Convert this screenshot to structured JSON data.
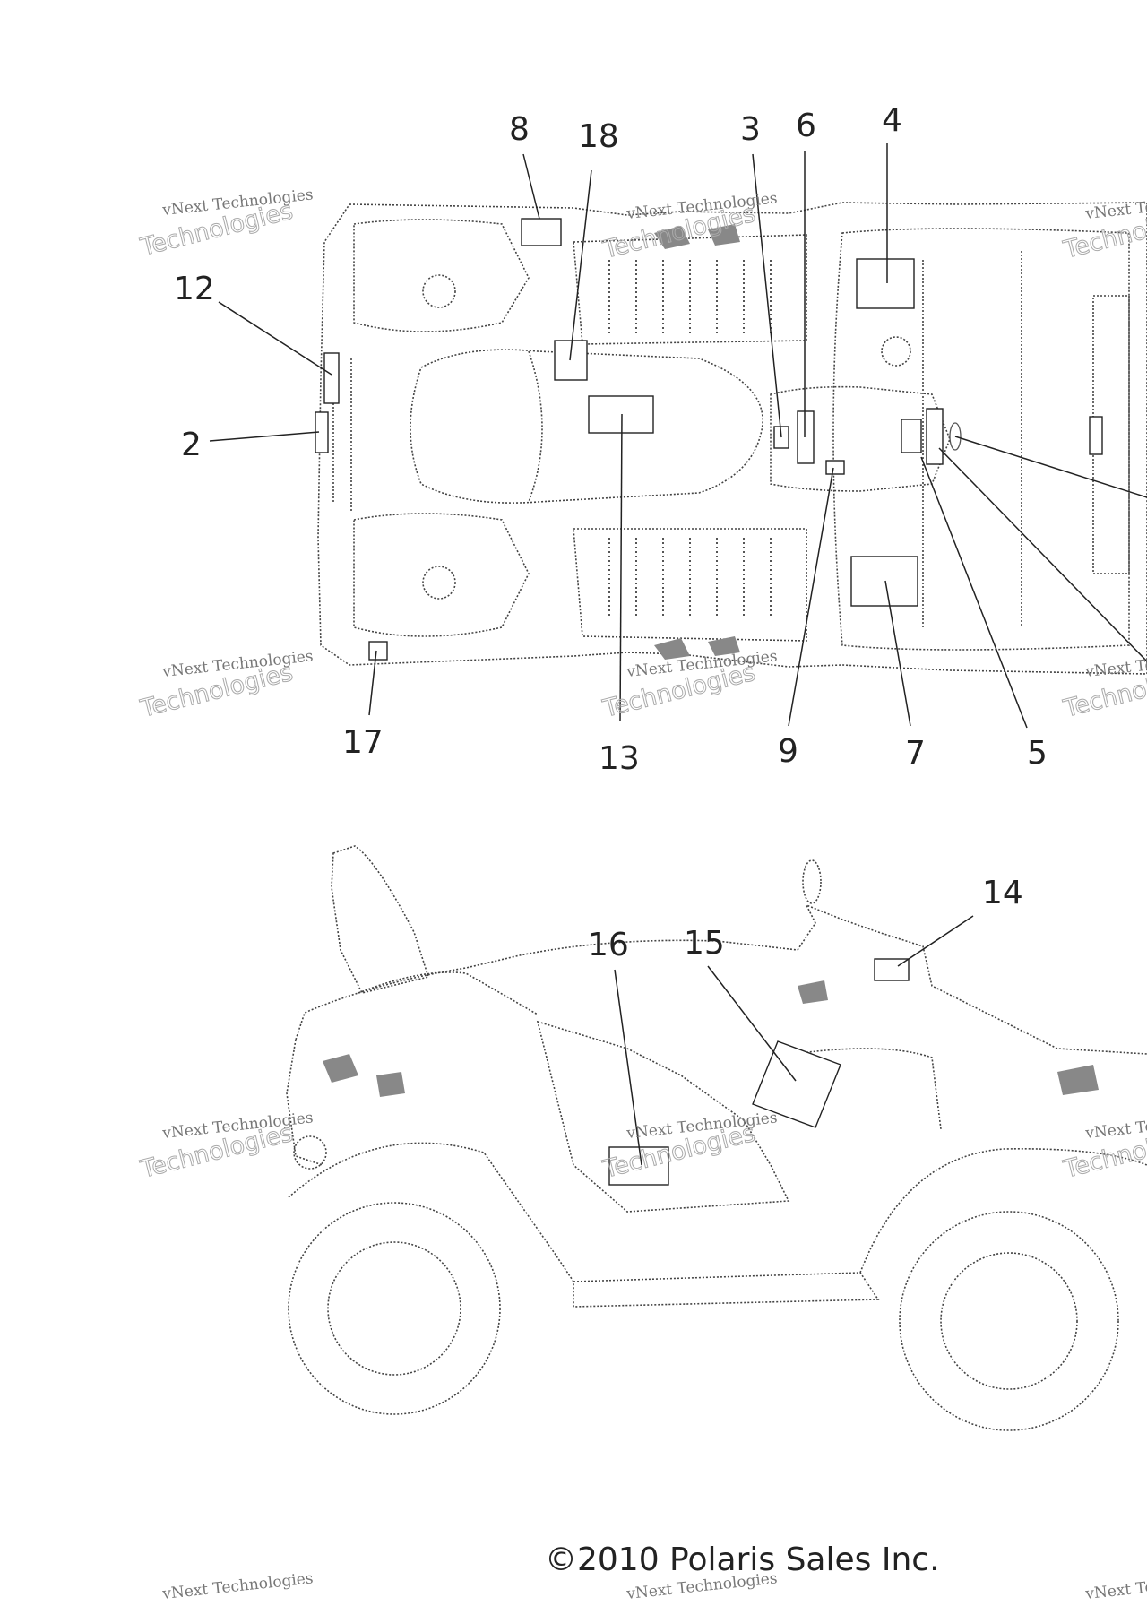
{
  "diagram": {
    "callouts": [
      {
        "id": "8",
        "label": "8"
      },
      {
        "id": "18",
        "label": "18"
      },
      {
        "id": "3",
        "label": "3"
      },
      {
        "id": "6",
        "label": "6"
      },
      {
        "id": "4",
        "label": "4"
      },
      {
        "id": "12",
        "label": "12"
      },
      {
        "id": "2",
        "label": "2"
      },
      {
        "id": "17",
        "label": "17"
      },
      {
        "id": "13",
        "label": "13"
      },
      {
        "id": "9",
        "label": "9"
      },
      {
        "id": "7",
        "label": "7"
      },
      {
        "id": "5",
        "label": "5"
      },
      {
        "id": "14",
        "label": "14"
      },
      {
        "id": "16",
        "label": "16"
      },
      {
        "id": "15",
        "label": "15"
      }
    ],
    "watermark_line1": "vNext Technologies",
    "watermark_line2": "Technologies",
    "copyright": "©2010 Polaris Sales Inc."
  }
}
